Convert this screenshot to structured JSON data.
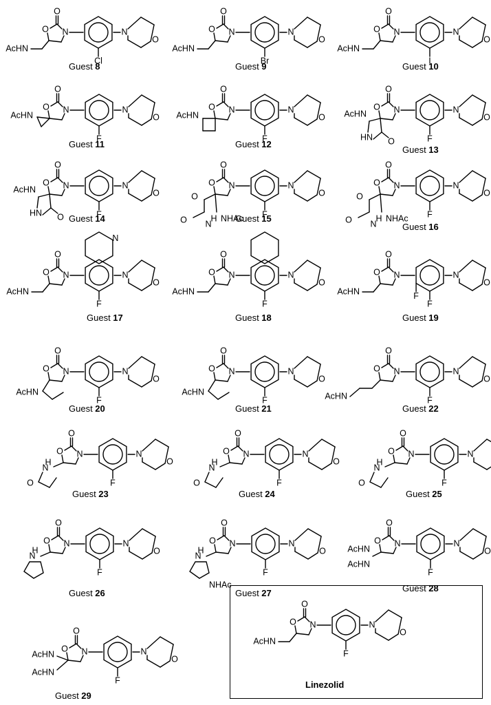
{
  "caption_word": "Guest",
  "labels": {
    "O": "O",
    "N": "N",
    "HN": "HN",
    "AcHN": "AcHN",
    "NHAc": "NHAc",
    "H": "H",
    "F": "F",
    "Cl": "Cl",
    "Br": "Br",
    "I": "I"
  },
  "compounds": [
    {
      "id": "8",
      "caption": "8",
      "sub": "Cl"
    },
    {
      "id": "9",
      "caption": "9",
      "sub": "Br"
    },
    {
      "id": "10",
      "caption": "10",
      "sub": "I"
    },
    {
      "id": "11",
      "caption": "11",
      "sub": "F"
    },
    {
      "id": "12",
      "caption": "12",
      "sub": "F"
    },
    {
      "id": "13",
      "caption": "13",
      "sub": "F"
    },
    {
      "id": "14",
      "caption": "14",
      "sub": "F"
    },
    {
      "id": "15",
      "caption": "15",
      "sub": "F"
    },
    {
      "id": "16",
      "caption": "16",
      "sub": "F"
    },
    {
      "id": "17",
      "caption": "17",
      "sub": "F"
    },
    {
      "id": "18",
      "caption": "18",
      "sub": "F"
    },
    {
      "id": "19",
      "caption": "19",
      "sub": "F"
    },
    {
      "id": "20",
      "caption": "20",
      "sub": "F"
    },
    {
      "id": "21",
      "caption": "21",
      "sub": "F"
    },
    {
      "id": "22",
      "caption": "22",
      "sub": "F"
    },
    {
      "id": "23",
      "caption": "23",
      "sub": "F"
    },
    {
      "id": "24",
      "caption": "24",
      "sub": "F"
    },
    {
      "id": "25",
      "caption": "25",
      "sub": "F"
    },
    {
      "id": "26",
      "caption": "26",
      "sub": "F"
    },
    {
      "id": "27",
      "caption": "27",
      "sub": "F"
    },
    {
      "id": "28",
      "caption": "28",
      "sub": "F"
    },
    {
      "id": "29",
      "caption": "29",
      "sub": "F"
    }
  ],
  "linezolid": {
    "caption": "Linezolid",
    "sub": "F"
  }
}
